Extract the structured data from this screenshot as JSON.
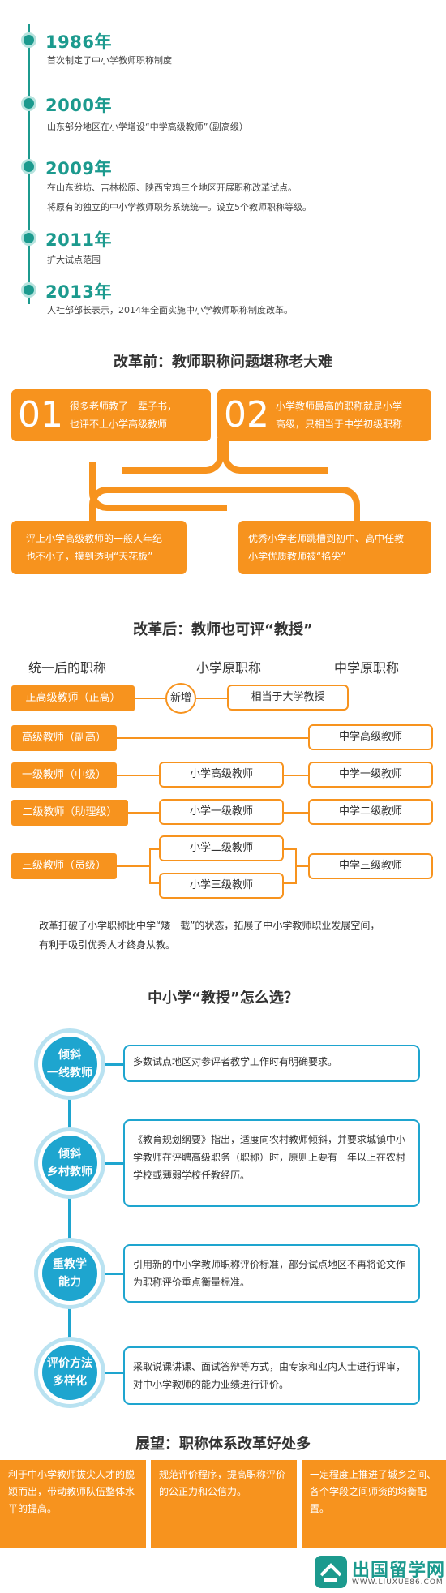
{
  "timeline": [
    {
      "year": "1986年",
      "text": "首次制定了中小学教师职称制度"
    },
    {
      "year": "2000年",
      "text": "山东部分地区在小学增设“中学高级教师”（副高级）"
    },
    {
      "year": "2009年",
      "text": "在山东潍坊、吉林松原、陕西宝鸡三个地区开展职称改革试点。",
      "text2": "将原有的独立的中小学教师职务系统统一。设立5个教师职称等级。"
    },
    {
      "year": "2011年",
      "text": "扩大试点范围"
    },
    {
      "year": "2013年",
      "text": "人社部部长表示，2014年全面实施中小学教师职称制度改革。"
    }
  ],
  "before": {
    "title": "改革前：教师职称问题堪称老大难",
    "box1": {
      "num": "01",
      "line1": "很多老师教了一辈子书，",
      "line2": "也评不上小学高级教师"
    },
    "box2": {
      "num": "02",
      "line1": "小学教师最高的职称就是小学",
      "line2": "高级，只相当于中学初级职称"
    },
    "box3": {
      "line1": "评上小学高级教师的一般人年纪",
      "line2": "也不小了，摸到透明“天花板”"
    },
    "box4": {
      "line1": "优秀小学老师跳槽到初中、高中任教",
      "line2": "小学优质教师被“掐尖”"
    }
  },
  "after": {
    "title": "改革后：教师也可评“教授”",
    "col1": "统一后的职称",
    "col2": "小学原职称",
    "col3": "中学原职称",
    "new_badge": "新增",
    "ranks": [
      "正高级教师（正高）",
      "高级教师（副高）",
      "一级教师（中级）",
      "二级教师（助理级）",
      "三级教师（员级）"
    ],
    "primary": [
      "小学高级教师",
      "小学一级教师",
      "小学二级教师",
      "小学三级教师"
    ],
    "secondary": [
      "相当于大学教授",
      "中学高级教师",
      "中学一级教师",
      "中学二级教师",
      "中学三级教师"
    ],
    "desc1": "改革打破了小学职称比中学“矮一截”的状态，拓展了中小学教师职业发展空间，",
    "desc2": "有利于吸引优秀人才终身从教。"
  },
  "choose": {
    "title": "中小学“教授”怎么选？",
    "items": [
      {
        "l1": "倾斜",
        "l2": "一线教师",
        "text": "多数试点地区对参评者教学工作时有明确要求。"
      },
      {
        "l1": "倾斜",
        "l2": "乡村教师",
        "text": "《教育规划纲要》指出，适度向农村教师倾斜，并要求城镇中小学教师在评聘高级职务（职称）时，原则上要有一年以上在农村学校或薄弱学校任教经历。"
      },
      {
        "l1": "重教学",
        "l2": "能力",
        "text": "引用新的中小学教师职称评价标准，部分试点地区不再将论文作为职称评价重点衡量标准。"
      },
      {
        "l1": "评价方法",
        "l2": "多样化",
        "text": "采取说课讲课、面试答辩等方式，由专家和业内人士进行评审，对中小学教师的能力业绩进行评价。"
      }
    ]
  },
  "outlook": {
    "title": "展望：职称体系改革好处多",
    "items": [
      "利于中小学教师拔尖人才的脱颖而出，带动教师队伍整体水平的提高。",
      "规范评价程序，提高职称评价的公正力和公信力。",
      "一定程度上推进了城乡之间、各个学段之间师资的均衡配置。"
    ]
  },
  "logo": {
    "main": "出国留学网",
    "sub": "WWW.LIUXUE86.COM"
  },
  "colors": {
    "teal": "#1c9a8e",
    "orange": "#f7931e",
    "blue": "#1ea5cf"
  }
}
